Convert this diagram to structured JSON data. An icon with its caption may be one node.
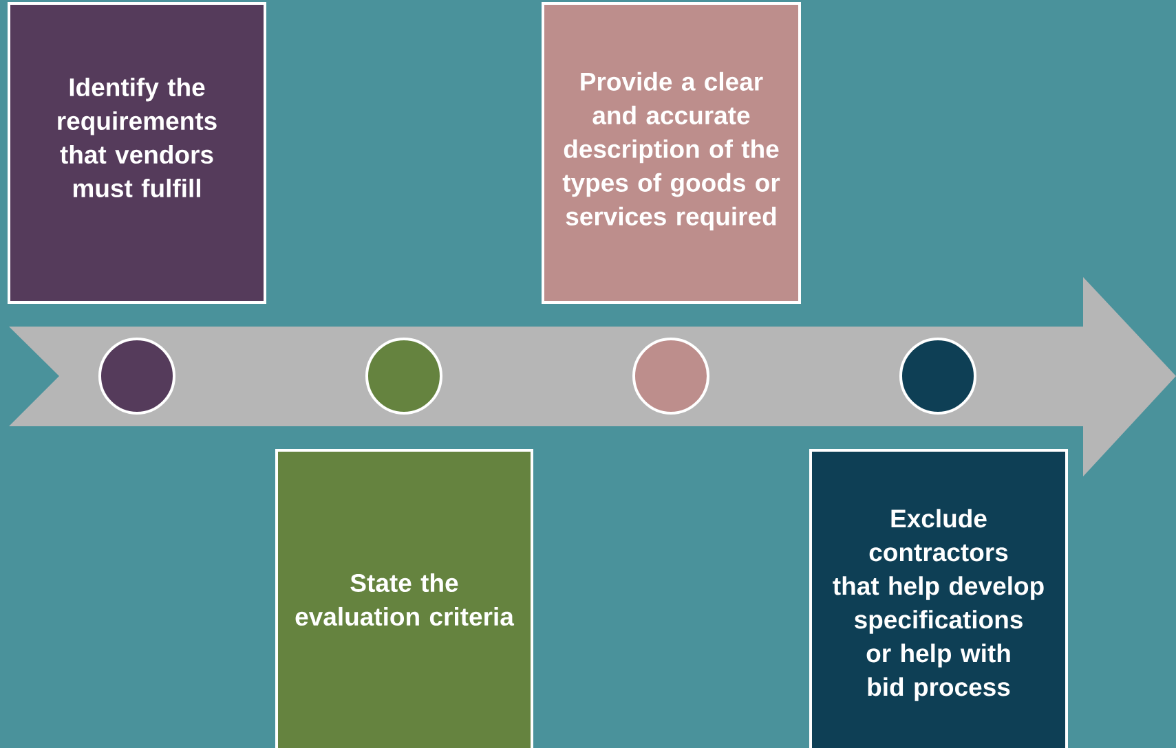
{
  "diagram": {
    "nodes": [
      {
        "text": [
          "Identify the requirements that vendors must fulfill"
        ]
      },
      {
        "text": [
          "State the evaluation criteria"
        ]
      },
      {
        "text": [
          "Provide a clear and accurate description of the types of goods or services required"
        ]
      },
      {
        "text": [
          "Exclude contractors that help develop specifications or help with bid process"
        ]
      },
      {
        "text": [],
        "shape": "circle"
      },
      {
        "text": [],
        "shape": "circle"
      },
      {
        "text": [],
        "shape": "circle"
      },
      {
        "text": [],
        "shape": "circle"
      }
    ]
  }
}
